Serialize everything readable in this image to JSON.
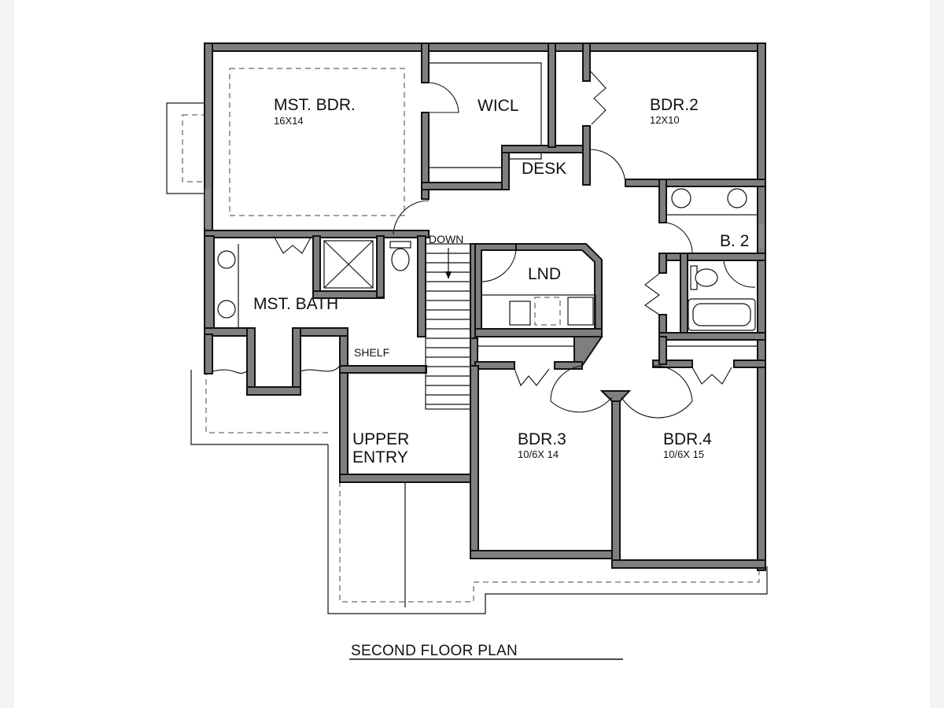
{
  "plan": {
    "title": "SECOND FLOOR PLAN",
    "rooms": {
      "master_bedroom": {
        "name": "MST. BDR.",
        "dims": "16X14"
      },
      "walk_in_closet": {
        "name": "WICL"
      },
      "bedroom_2": {
        "name": "BDR.2",
        "dims": "12X10"
      },
      "desk": {
        "name": "DESK"
      },
      "bath_2": {
        "name": "B. 2"
      },
      "laundry": {
        "name": "LND"
      },
      "master_bath": {
        "name": "MST. BATH"
      },
      "shelf": {
        "name": "SHELF"
      },
      "stairs": {
        "label": "DOWN"
      },
      "upper_entry": {
        "line1": "UPPER",
        "line2": "ENTRY"
      },
      "bedroom_3": {
        "name": "BDR.3",
        "dims": "10/6X 14"
      },
      "bedroom_4": {
        "name": "BDR.4",
        "dims": "10/6X 15"
      }
    }
  },
  "colors": {
    "wall_fill": "#7f7f7f",
    "line": "#111111",
    "background": "#ffffff"
  }
}
